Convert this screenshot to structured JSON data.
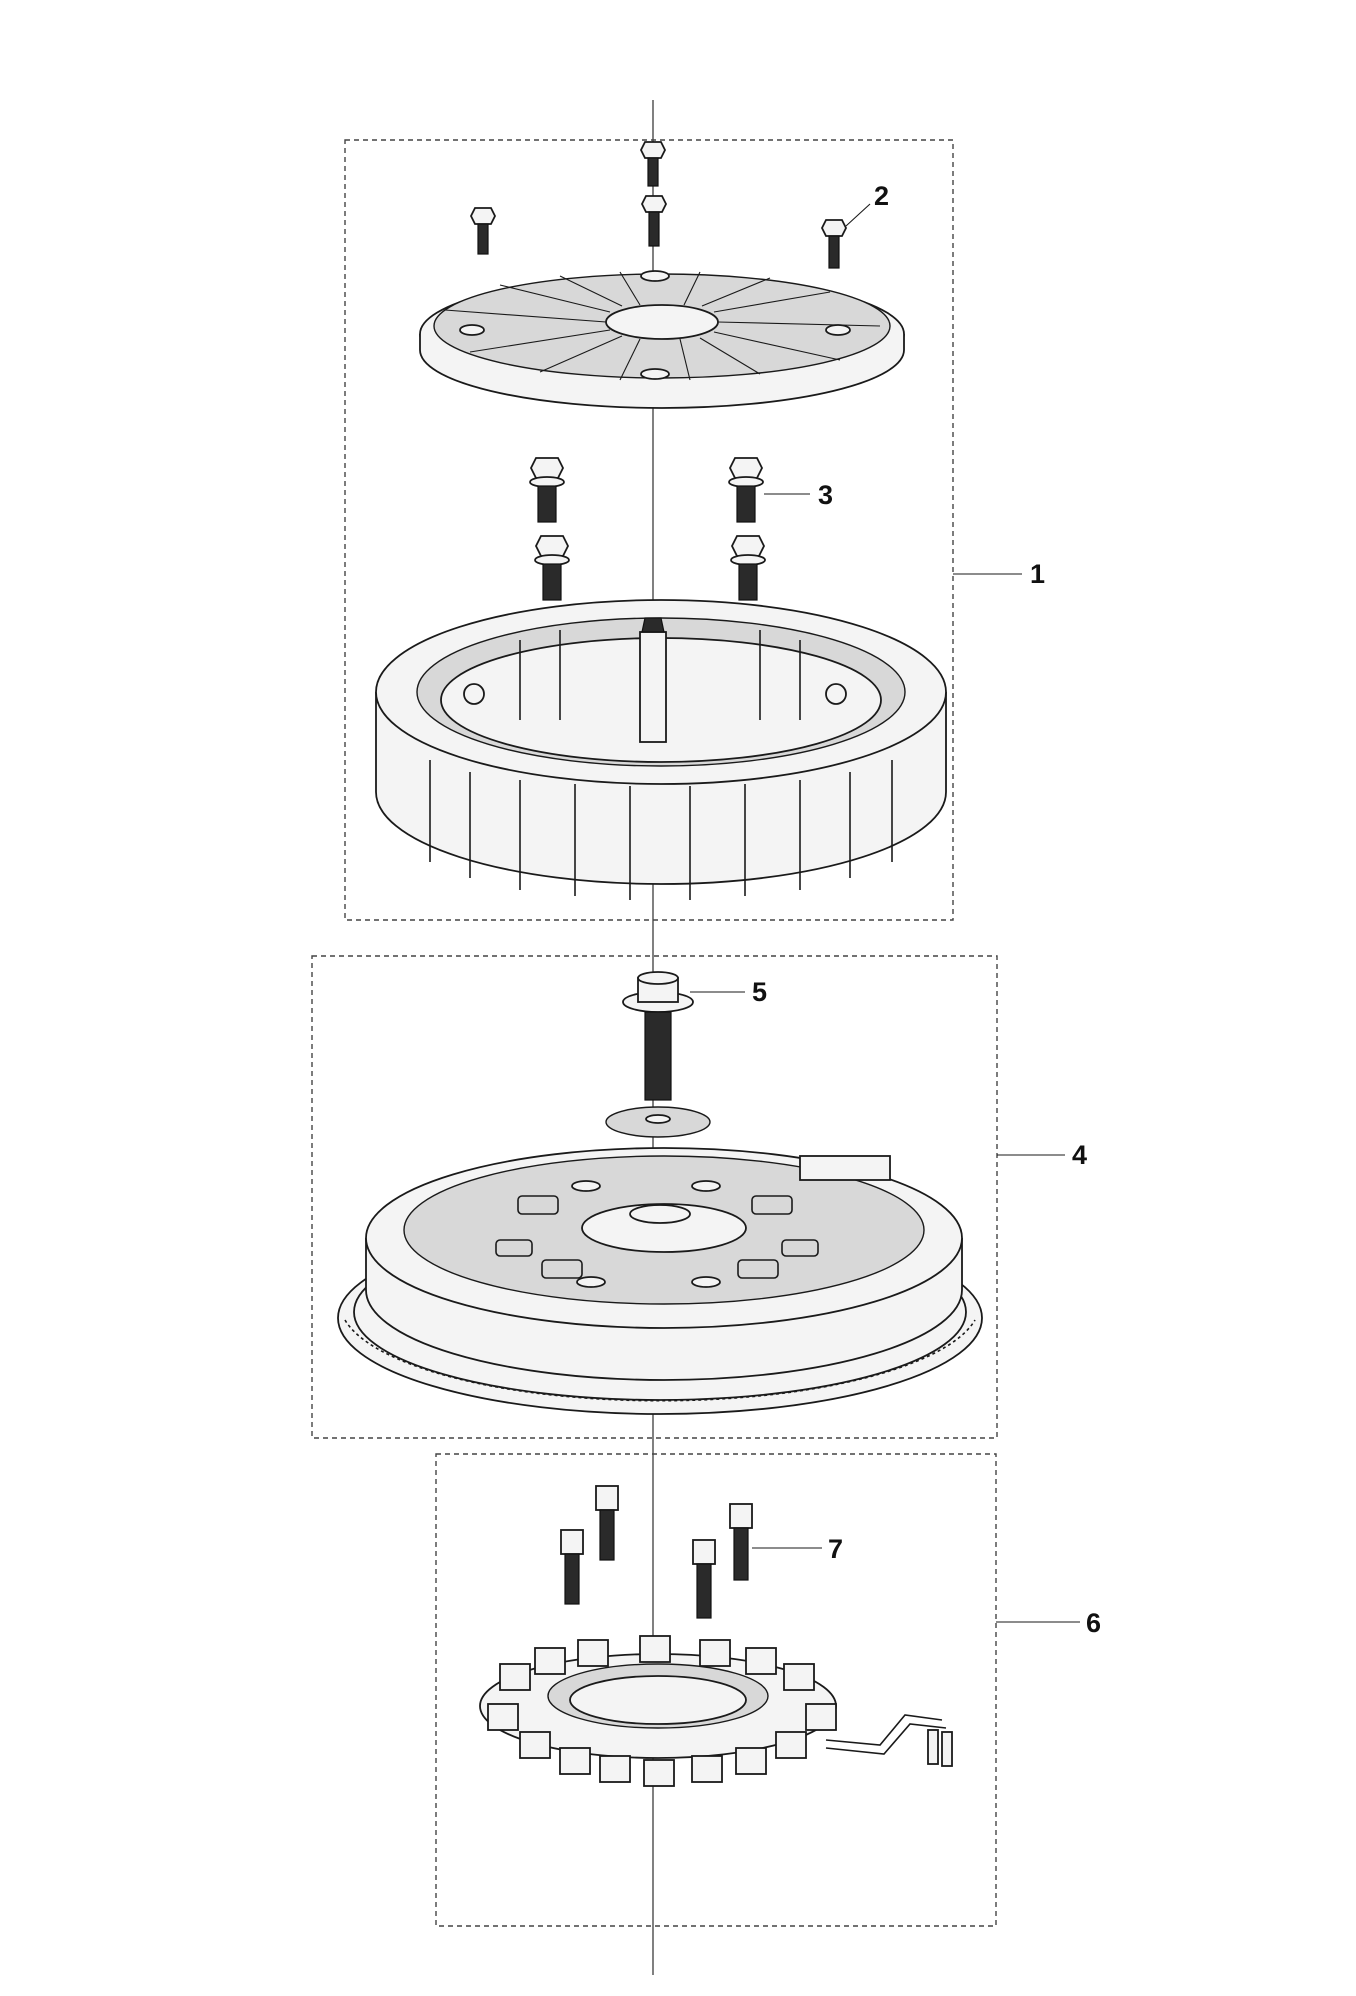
{
  "callouts": [
    {
      "id": "1",
      "label": "1"
    },
    {
      "id": "2",
      "label": "2"
    },
    {
      "id": "3",
      "label": "3"
    },
    {
      "id": "4",
      "label": "4"
    },
    {
      "id": "5",
      "label": "5"
    },
    {
      "id": "6",
      "label": "6"
    },
    {
      "id": "7",
      "label": "7"
    }
  ],
  "colors": {
    "line": "#1a1a1a",
    "part_fill": "#f4f4f4",
    "background": "#ffffff"
  }
}
